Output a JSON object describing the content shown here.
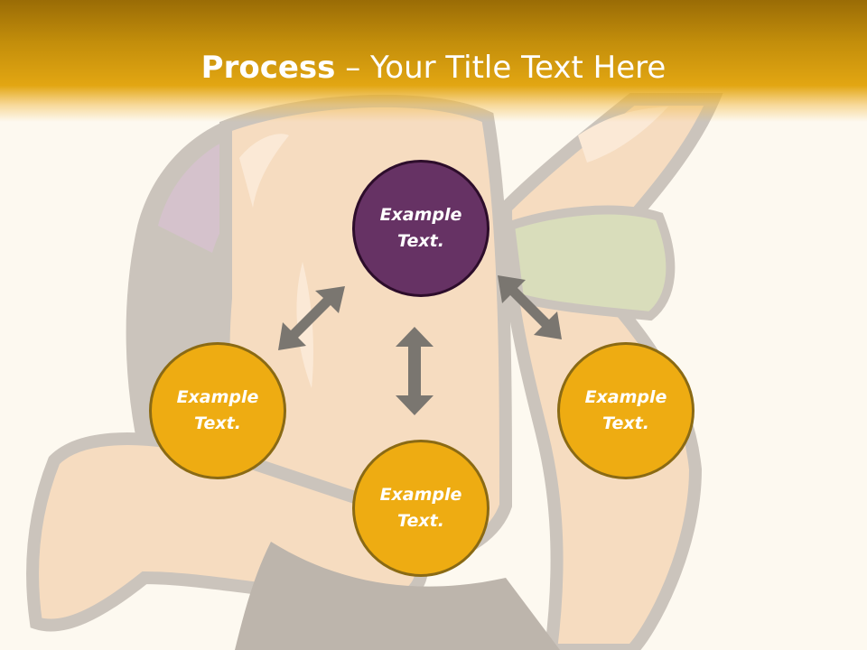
{
  "title": {
    "bold": "Process",
    "separator": " – ",
    "rest": "Your Title Text Here"
  },
  "nodes": [
    {
      "id": "top",
      "text": "Example Text.",
      "color": "#663264"
    },
    {
      "id": "left",
      "text": "Example Text.",
      "color": "#eeac12"
    },
    {
      "id": "right",
      "text": "Example Text.",
      "color": "#eeac12"
    },
    {
      "id": "bottom",
      "text": "Example Text.",
      "color": "#eeac12"
    }
  ],
  "colors": {
    "title_bar": "#e2a612",
    "arrow": "#7a7670",
    "background": "#fdf9f0"
  }
}
